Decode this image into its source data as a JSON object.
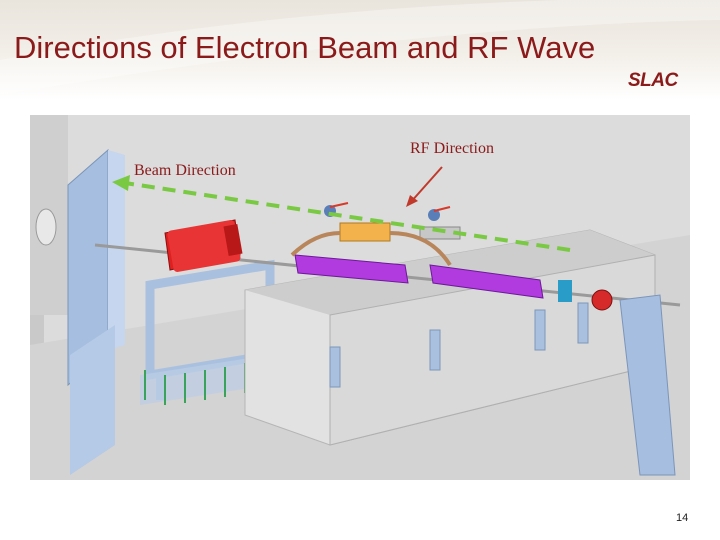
{
  "slide": {
    "title": "Directions of Electron Beam and RF Wave",
    "logo_text": "SLAC",
    "page_number": "14"
  },
  "figure": {
    "beam_label": "Beam Direction",
    "rf_label": "RF Direction"
  },
  "colors": {
    "title": "#8b1a1a",
    "beam_arrow": "#7ac943",
    "rf_arrow": "#c0392b",
    "accelerator_structure": "#b23be0",
    "klystron": "#e02020",
    "support_frame": "#a9c1df",
    "table": "#d9d9d9"
  }
}
